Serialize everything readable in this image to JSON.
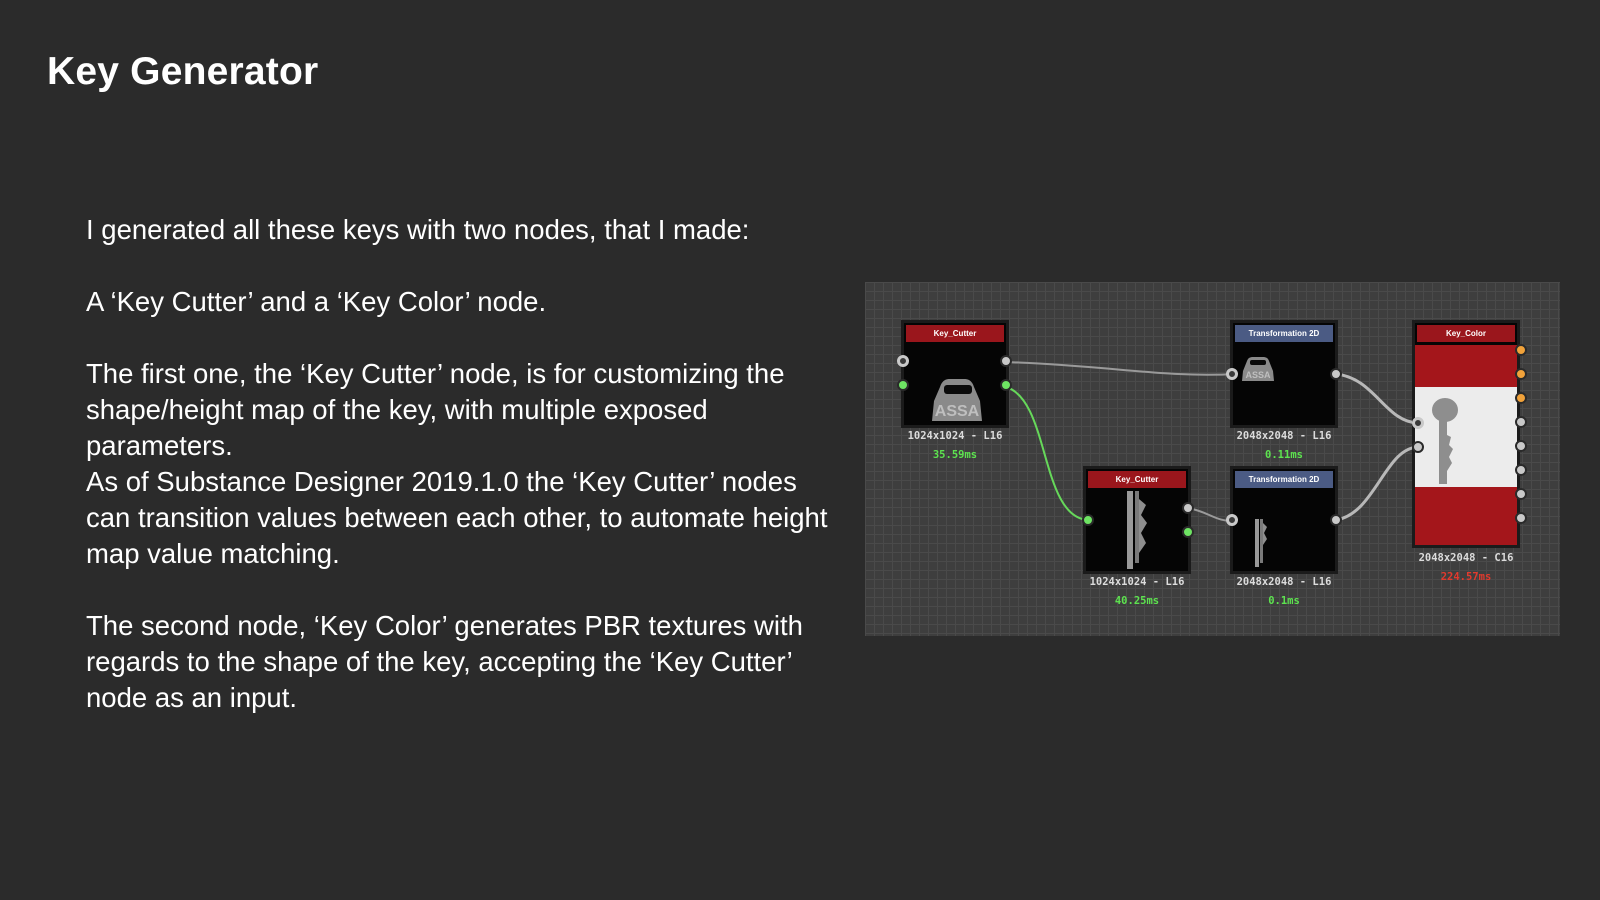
{
  "title": "Key Generator",
  "paragraphs": {
    "p1": "I generated all these keys with two nodes, that I made:",
    "p2": "A ‘Key Cutter’ and a ‘Key Color’ node.",
    "p3": "The first one, the ‘Key Cutter’ node, is for customizing the shape/height map of the key, with multiple exposed parameters.",
    "p4": "As of Substance Designer 2019.1.0 the ‘Key Cutter’ nodes can transition values between each other, to automate height map value matching.",
    "p5": "The second node, ‘Key Color’ generates PBR textures with regards to the shape of the key, accepting the ‘Key Cutter’ node as an input."
  },
  "graph": {
    "nodes": {
      "key_cutter_top": {
        "label": "Key_Cutter",
        "thumb_text": "ASSA",
        "resolution": "1024x1024 - L16",
        "time": "35.59ms"
      },
      "transform_top": {
        "label": "Transformation 2D",
        "thumb_text": "ASSA",
        "resolution": "2048x2048 - L16",
        "time": "0.11ms"
      },
      "key_color": {
        "label": "Key_Color",
        "resolution": "2048x2048 - C16",
        "time": "224.57ms"
      },
      "key_cutter_bottom": {
        "label": "Key_Cutter",
        "resolution": "1024x1024 - L16",
        "time": "40.25ms"
      },
      "transform_bottom": {
        "label": "Transformation 2D",
        "resolution": "2048x2048 - L16",
        "time": "0.1ms"
      }
    },
    "colors": {
      "header_red": "#9a161c",
      "header_blue": "#4b5b84",
      "time_green": "#5de34f",
      "time_red": "#e23a2d",
      "port_orange": "#f1a23a",
      "port_green": "#6ee463"
    }
  }
}
